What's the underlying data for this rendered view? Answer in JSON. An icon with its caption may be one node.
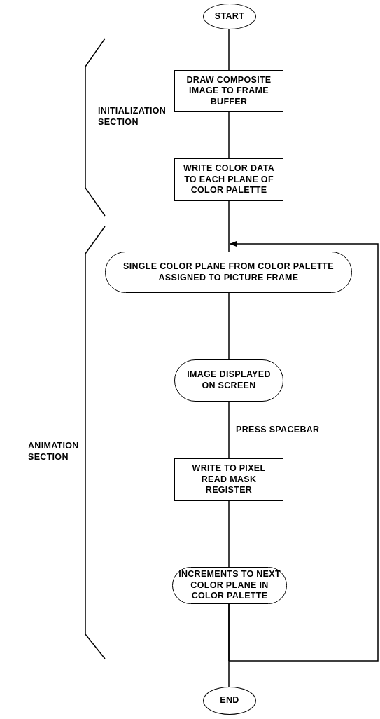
{
  "diagram": {
    "nodes": [
      {
        "text": [
          "START"
        ]
      },
      {
        "text": [
          "DRAW COMPOSITE IMAGE TO FRAME BUFFER"
        ]
      },
      {
        "text": [
          "WRITE COLOR DATA TO EACH PLANE OF COLOR PALETTE"
        ]
      },
      {
        "text": [
          "SINGLE COLOR PLANE FROM COLOR PALETTE ASSIGNED TO PICTURE FRAME"
        ]
      },
      {
        "text": [
          "IMAGE DISPLAYED ON SCREEN"
        ]
      },
      {
        "text": [
          "WRITE TO PIXEL READ MASK REGISTER"
        ]
      },
      {
        "text": [
          "INCREMENTS TO NEXT COLOR PLANE IN COLOR PALETTE"
        ]
      },
      {
        "text": [
          "END"
        ]
      }
    ],
    "edges": [
      {
        "from": 0,
        "to": 1,
        "arrow": "none"
      },
      {
        "from": 1,
        "to": 2,
        "arrow": "none"
      },
      {
        "from": 2,
        "to": 3,
        "arrow": "none"
      },
      {
        "from": 3,
        "to": 4,
        "arrow": "none"
      },
      {
        "from": 4,
        "to": 5,
        "arrow": "none",
        "label": "PRESS SPACEBAR"
      },
      {
        "from": 5,
        "to": 6,
        "arrow": "none"
      },
      {
        "from": 6,
        "to": 7,
        "arrow": "none"
      },
      {
        "from": 6,
        "to": 3,
        "arrow": "to"
      }
    ],
    "labels": [
      "INITIALIZATION SECTION",
      "ANIMATION SECTION"
    ]
  }
}
